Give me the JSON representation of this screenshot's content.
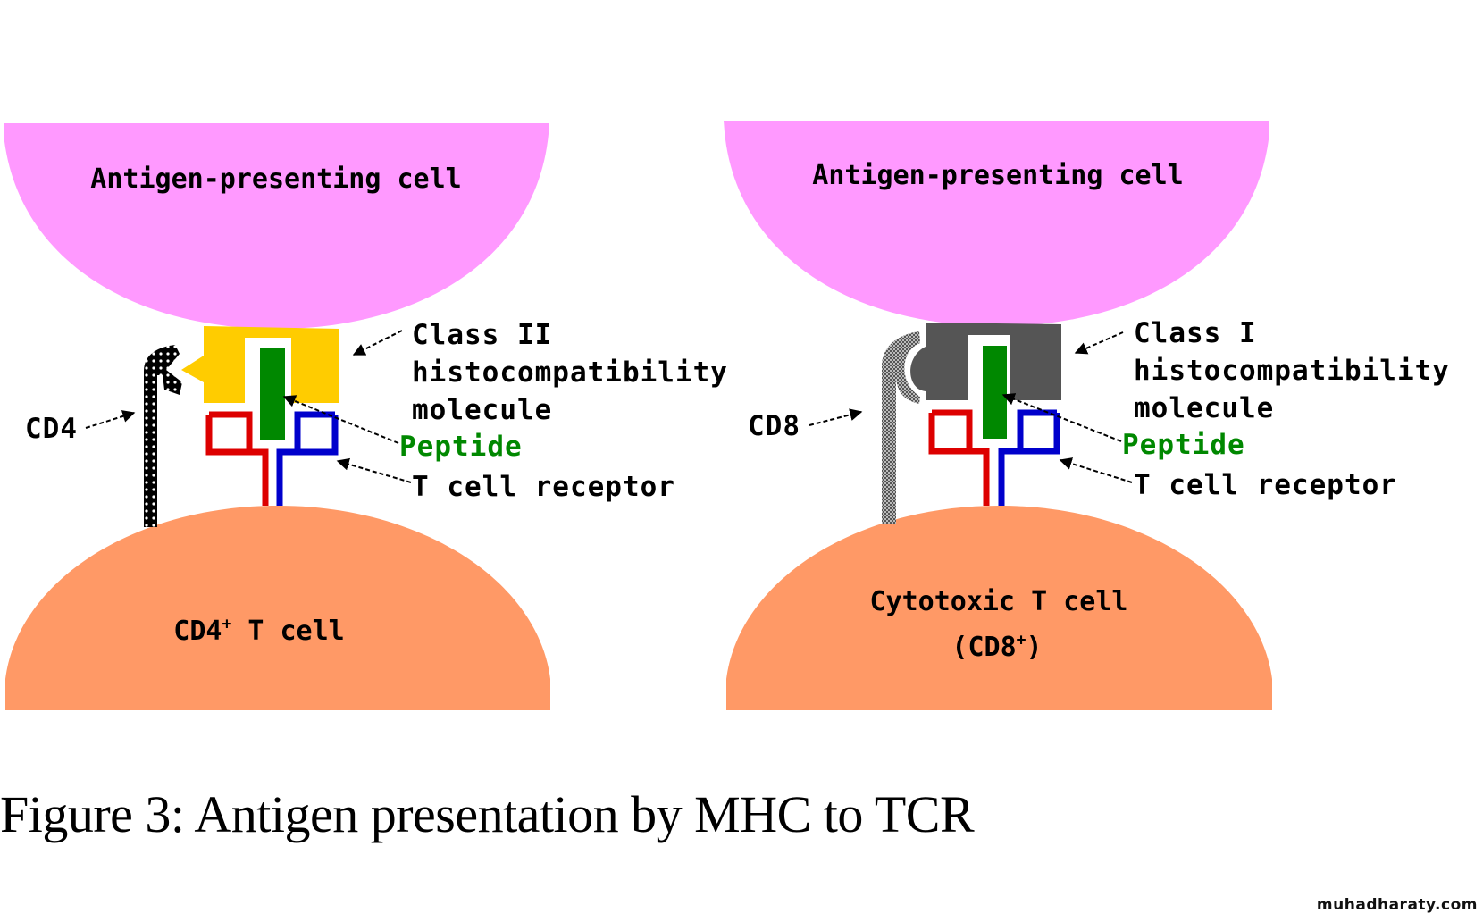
{
  "colors": {
    "apc": "#ff99ff",
    "t_cell": "#ff9966",
    "class_ii": "#ffcc00",
    "class_i": "#555555",
    "peptide": "#008800",
    "tcr_alpha": "#dd0000",
    "tcr_beta": "#0000cc",
    "coreceptor_cd4": "#000000",
    "coreceptor_cd8": "#888888"
  },
  "left_panel": {
    "apc_label": "Antigen-presenting cell",
    "t_cell_label": "CD4",
    "t_cell_label_sup": "+",
    "t_cell_label_rest": " T cell",
    "mhc_label_line1": "Class II",
    "mhc_label_line2": "histocompatibility",
    "mhc_label_line3": "molecule",
    "peptide_label": "Peptide",
    "tcr_label": "T cell receptor",
    "coreceptor_label": "CD4"
  },
  "right_panel": {
    "apc_label": "Antigen-presenting cell",
    "t_cell_label_line1": "Cytotoxic T cell",
    "t_cell_label_line2_pre": "(CD8",
    "t_cell_label_line2_sup": "+",
    "t_cell_label_line2_post": ")",
    "mhc_label_line1": "Class I",
    "mhc_label_line2": "histocompatibility",
    "mhc_label_line3": "molecule",
    "peptide_label": "Peptide",
    "tcr_label": "T cell receptor",
    "coreceptor_label": "CD8"
  },
  "caption": "Figure 3: Antigen presentation by MHC to TCR",
  "watermark": "muhadharaty.com"
}
